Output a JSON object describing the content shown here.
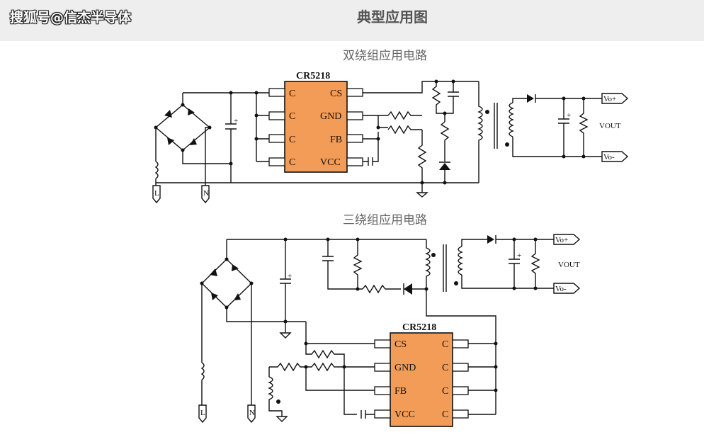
{
  "header": {
    "watermark": "搜狐号@信杰半导体",
    "title": "典型应用图"
  },
  "diagram1": {
    "caption": "双绕组应用电路",
    "chip_name": "CR5218",
    "left_pins": [
      "C",
      "C",
      "C",
      "C"
    ],
    "right_pins": [
      "CS",
      "GND",
      "FB",
      "VCC"
    ],
    "input_labels": [
      "L",
      "N"
    ],
    "output_labels": [
      "Vo+",
      "Vo-"
    ],
    "output_name": "VOUT"
  },
  "diagram2": {
    "caption": "三绕组应用电路",
    "chip_name": "CR5218",
    "left_pins": [
      "CS",
      "GND",
      "FB",
      "VCC"
    ],
    "right_pins": [
      "C",
      "C",
      "C",
      "C"
    ],
    "input_labels": [
      "L",
      "N"
    ],
    "output_labels": [
      "Vo+",
      "Vo-"
    ],
    "output_name": "VOUT"
  }
}
